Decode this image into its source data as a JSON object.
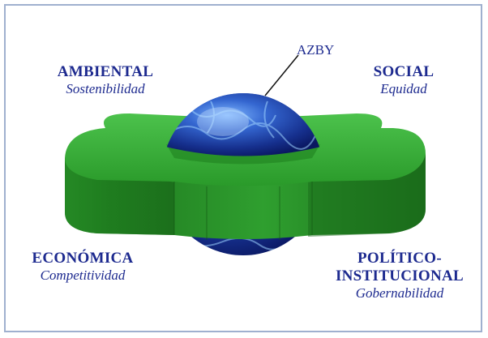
{
  "labels": {
    "center": "AZBY",
    "ambiental": {
      "title": "AMBIENTAL",
      "subtitle": "Sostenibilidad"
    },
    "social": {
      "title": "SOCIAL",
      "subtitle": "Equidad"
    },
    "economica": {
      "title": "ECONÓMICA",
      "subtitle": "Competitividad"
    },
    "politico": {
      "title_line1": "POLÍTICO-",
      "title_line2": "INSTITUCIONAL",
      "subtitle": "Gobernabilidad"
    }
  },
  "colors": {
    "text": "#1d2a8f",
    "border": "#9fb0cf",
    "green_dark": "#1f7a1f",
    "green_light": "#3fb23f",
    "globe_dark": "#0a1f7a",
    "globe_light": "#3d7de0"
  }
}
